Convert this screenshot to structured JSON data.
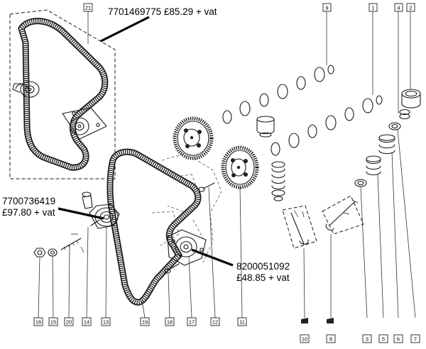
{
  "callouts": {
    "kit_belt": "7701469775 £85.29 + vat",
    "tensioner_code": "7700736419",
    "tensioner_price": "£97.80 + vat",
    "idler_code": "8200051092",
    "idler_price": "£48.85 + vat"
  },
  "refs": {
    "r1": "1",
    "r2": "2",
    "r3": "3",
    "r4": "4",
    "r5": "5",
    "r6": "6",
    "r7": "7",
    "r8": "8",
    "r9": "9",
    "r10": "10",
    "r11": "11",
    "r12": "12",
    "r13": "13",
    "r14": "14",
    "r15": "15",
    "r16": "16",
    "r17": "17",
    "r18": "18",
    "r19": "19",
    "r20": "20",
    "r21": "21"
  }
}
